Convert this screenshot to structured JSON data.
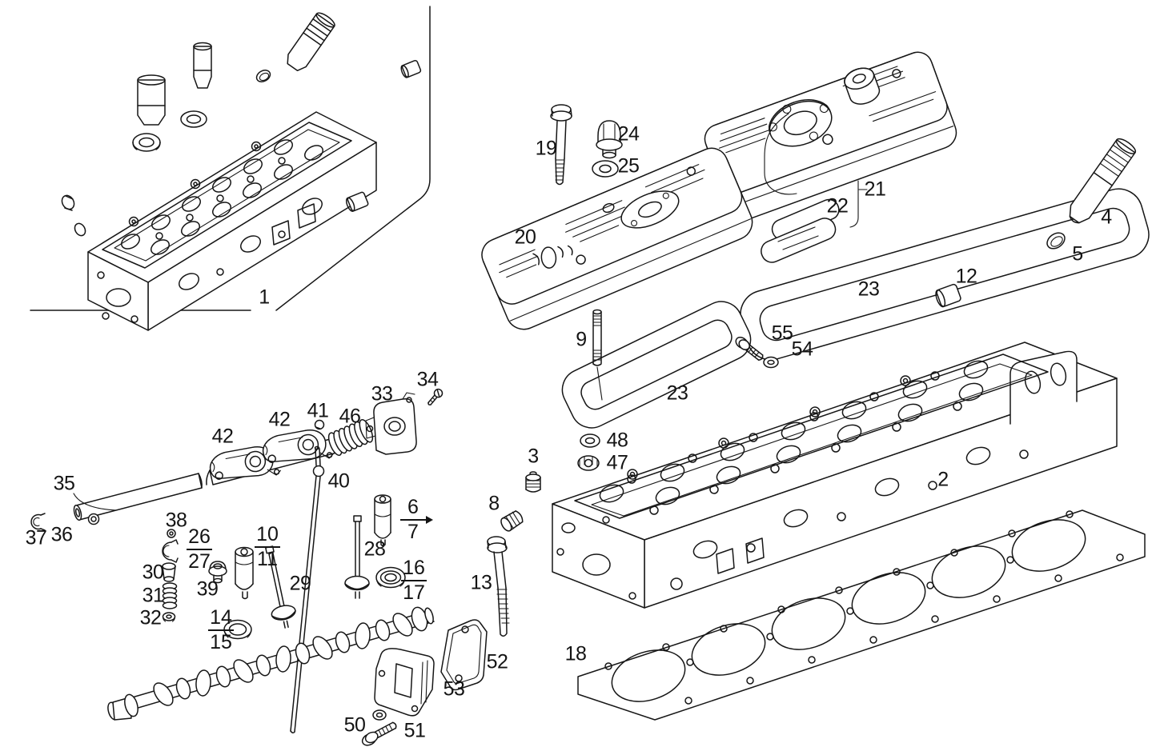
{
  "figure": {
    "type": "exploded-parts-diagram",
    "subject": "engine cylinder head assembly with valve covers, gaskets, valve train and camshaft",
    "colors": {
      "line": "#161616",
      "background": "#ffffff"
    }
  },
  "callouts": {
    "c1": "1",
    "c2": "2",
    "c3": "3",
    "c4": "4",
    "c5": "5",
    "c6": "6",
    "c7": "7",
    "c8": "8",
    "c9": "9",
    "c10": "10",
    "c11": "11",
    "c12": "12",
    "c13": "13",
    "c14": "14",
    "c15": "15",
    "c16": "16",
    "c17": "17",
    "c18": "18",
    "c19": "19",
    "c20": "20",
    "c21": "21",
    "c22": "22",
    "c23a": "23",
    "c23b": "23",
    "c24": "24",
    "c25": "25",
    "c26": "26",
    "c27": "27",
    "c28": "28",
    "c29": "29",
    "c30": "30",
    "c31": "31",
    "c32": "32",
    "c33": "33",
    "c34": "34",
    "c35": "35",
    "c36": "36",
    "c37": "37",
    "c38": "38",
    "c39": "39",
    "c40": "40",
    "c41": "41",
    "c42a": "42",
    "c42b": "42",
    "c46": "46",
    "c47": "47",
    "c48": "48",
    "c50": "50",
    "c51": "51",
    "c52": "52",
    "c53": "53",
    "c54": "54",
    "c55": "55"
  }
}
